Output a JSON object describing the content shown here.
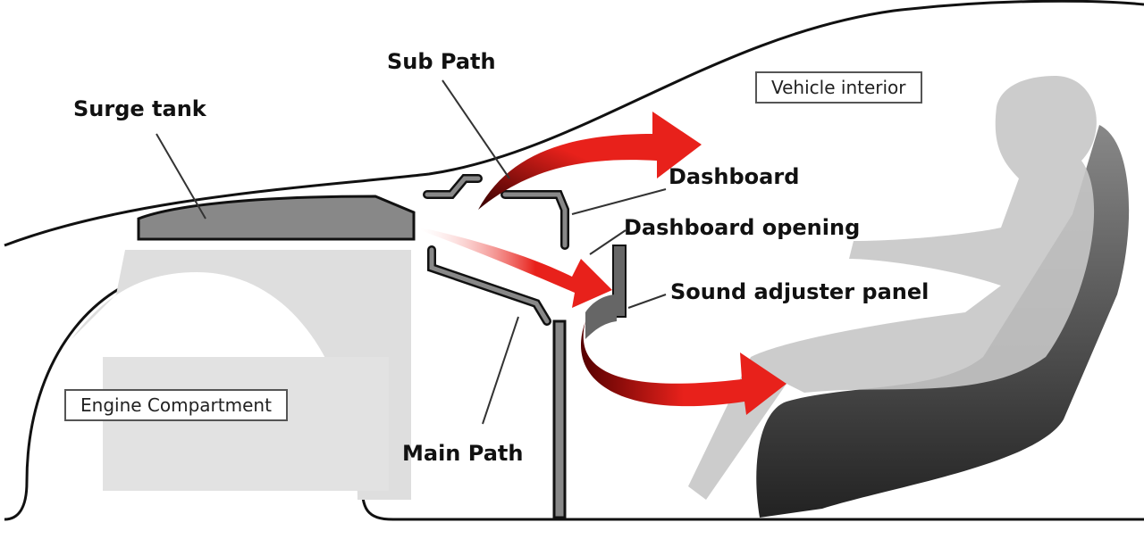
{
  "labels": {
    "sub_path": "Sub Path",
    "surge_tank": "Surge tank",
    "vehicle_interior": "Vehicle interior",
    "dashboard": "Dashboard",
    "dashboard_opening": "Dashboard opening",
    "sound_adjuster_panel": "Sound adjuster panel",
    "engine_compartment": "Engine Compartment",
    "main_path": "Main Path"
  },
  "colors": {
    "arrow": "#e8211b",
    "engine": "#dcdcdc",
    "passenger": "#c8c8c8",
    "seat": "#3a3a3a"
  }
}
